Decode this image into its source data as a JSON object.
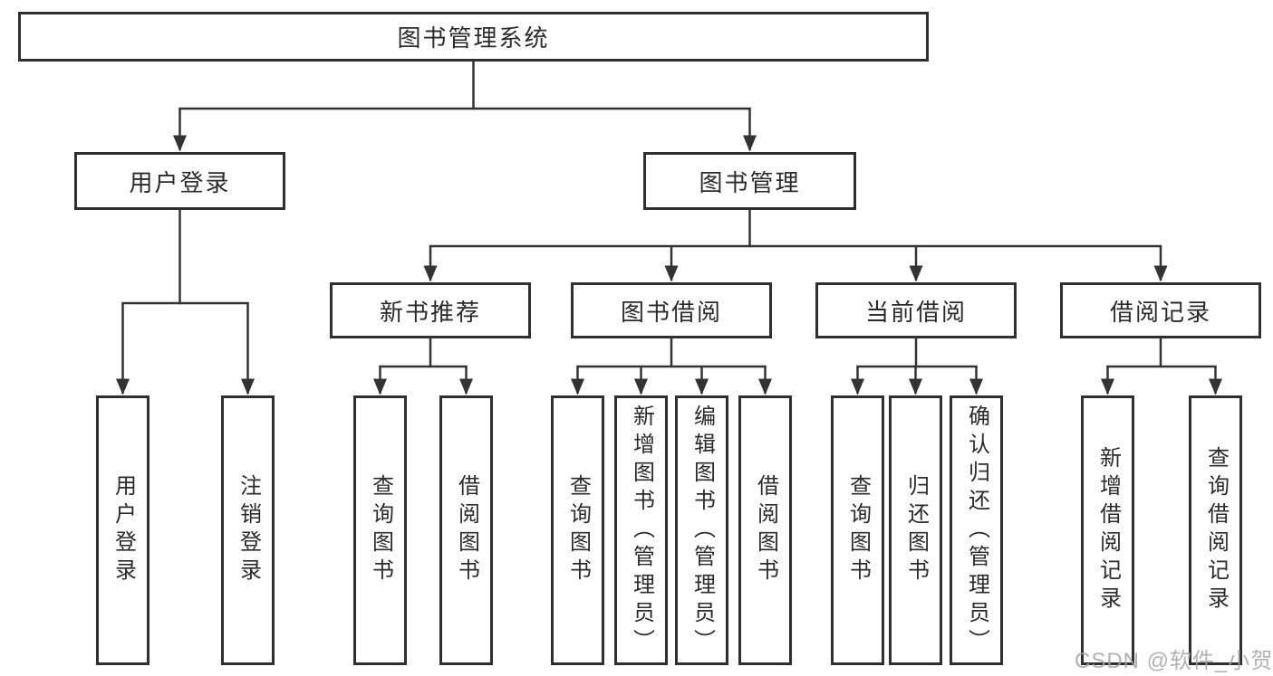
{
  "tree": {
    "root": {
      "label": "图书管理系统"
    },
    "children": [
      {
        "label": "用户登录",
        "children": [
          {
            "label": "用户登录"
          },
          {
            "label": "注销登录"
          }
        ]
      },
      {
        "label": "图书管理",
        "children": [
          {
            "label": "新书推荐",
            "children": [
              {
                "label": "查询图书"
              },
              {
                "label": "借阅图书"
              }
            ]
          },
          {
            "label": "图书借阅",
            "children": [
              {
                "label": "查询图书"
              },
              {
                "label": "新增图书（管理员）"
              },
              {
                "label": "编辑图书（管理员）"
              },
              {
                "label": "借阅图书"
              }
            ]
          },
          {
            "label": "当前借阅",
            "children": [
              {
                "label": "查询图书"
              },
              {
                "label": "归还图书"
              },
              {
                "label": "确认归还（管理员）"
              }
            ]
          },
          {
            "label": "借阅记录",
            "children": [
              {
                "label": "新增借阅记录"
              },
              {
                "label": "查询借阅记录"
              }
            ]
          }
        ]
      }
    ]
  },
  "watermark": {
    "text": "CSDN @软件_小贺同学"
  },
  "colors": {
    "line": "#333333",
    "border": "#2f2f2f",
    "text": "#2b2b2b",
    "background": "#ffffff",
    "watermark": "#a4a4a4"
  }
}
